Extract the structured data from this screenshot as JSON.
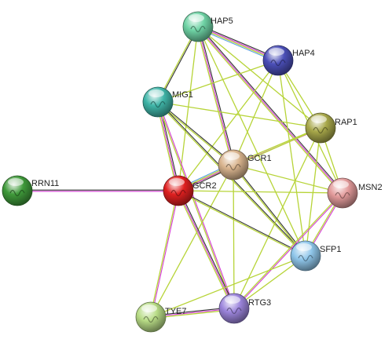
{
  "nodes": [
    {
      "id": "HAP5",
      "label": "HAP5",
      "color": "#6fd3a5"
    },
    {
      "id": "HAP4",
      "label": "HAP4",
      "color": "#4b4fb8"
    },
    {
      "id": "MIG1",
      "label": "MIG1",
      "color": "#3fb5a8"
    },
    {
      "id": "RAP1",
      "label": "RAP1",
      "color": "#a8a84a"
    },
    {
      "id": "GCR1",
      "label": "GCR1",
      "color": "#d9b48e"
    },
    {
      "id": "RRN11",
      "label": "RRN11",
      "color": "#3f9a3a"
    },
    {
      "id": "GCR2",
      "label": "GCR2",
      "color": "#e02020"
    },
    {
      "id": "MSN2",
      "label": "MSN2",
      "color": "#e29a9a"
    },
    {
      "id": "SFP1",
      "label": "SFP1",
      "color": "#8fc6ea"
    },
    {
      "id": "TYE7",
      "label": "TYE7",
      "color": "#b8dc86"
    },
    {
      "id": "RTG3",
      "label": "RTG3",
      "color": "#9c85dc"
    }
  ],
  "edge_colors": {
    "black": "#333333",
    "magenta": "#d43bd4",
    "yellowgreen": "#b7d438",
    "blue": "#5aa0e0",
    "pink": "#e86b9a"
  },
  "edges": [
    {
      "a": "HAP5",
      "b": "HAP4",
      "types": [
        "black",
        "magenta",
        "yellowgreen",
        "blue"
      ]
    },
    {
      "a": "HAP5",
      "b": "MIG1",
      "types": [
        "black",
        "yellowgreen"
      ]
    },
    {
      "a": "HAP5",
      "b": "GCR1",
      "types": [
        "black",
        "magenta",
        "yellowgreen"
      ]
    },
    {
      "a": "HAP5",
      "b": "RAP1",
      "types": [
        "yellowgreen"
      ]
    },
    {
      "a": "HAP5",
      "b": "MSN2",
      "types": [
        "black",
        "magenta",
        "yellowgreen"
      ]
    },
    {
      "a": "HAP5",
      "b": "SFP1",
      "types": [
        "yellowgreen"
      ]
    },
    {
      "a": "HAP5",
      "b": "GCR2",
      "types": [
        "yellowgreen"
      ]
    },
    {
      "a": "HAP4",
      "b": "MIG1",
      "types": [
        "yellowgreen"
      ]
    },
    {
      "a": "HAP4",
      "b": "GCR1",
      "types": [
        "yellowgreen"
      ]
    },
    {
      "a": "HAP4",
      "b": "RAP1",
      "types": [
        "yellowgreen"
      ]
    },
    {
      "a": "HAP4",
      "b": "MSN2",
      "types": [
        "yellowgreen"
      ]
    },
    {
      "a": "HAP4",
      "b": "SFP1",
      "types": [
        "yellowgreen"
      ]
    },
    {
      "a": "HAP4",
      "b": "GCR2",
      "types": [
        "yellowgreen"
      ]
    },
    {
      "a": "MIG1",
      "b": "GCR1",
      "types": [
        "black",
        "yellowgreen"
      ]
    },
    {
      "a": "MIG1",
      "b": "GCR2",
      "types": [
        "black",
        "magenta",
        "yellowgreen"
      ]
    },
    {
      "a": "MIG1",
      "b": "RAP1",
      "types": [
        "yellowgreen"
      ]
    },
    {
      "a": "MIG1",
      "b": "SFP1",
      "types": [
        "black",
        "yellowgreen"
      ]
    },
    {
      "a": "MIG1",
      "b": "RTG3",
      "types": [
        "magenta",
        "yellowgreen"
      ]
    },
    {
      "a": "RAP1",
      "b": "GCR1",
      "types": [
        "magenta",
        "yellowgreen"
      ]
    },
    {
      "a": "RAP1",
      "b": "GCR2",
      "types": [
        "yellowgreen"
      ]
    },
    {
      "a": "RAP1",
      "b": "MSN2",
      "types": [
        "yellowgreen"
      ]
    },
    {
      "a": "RAP1",
      "b": "SFP1",
      "types": [
        "yellowgreen"
      ]
    },
    {
      "a": "RAP1",
      "b": "RTG3",
      "types": [
        "yellowgreen"
      ]
    },
    {
      "a": "GCR1",
      "b": "GCR2",
      "types": [
        "black",
        "magenta",
        "yellowgreen",
        "blue"
      ]
    },
    {
      "a": "GCR1",
      "b": "MSN2",
      "types": [
        "yellowgreen"
      ]
    },
    {
      "a": "GCR1",
      "b": "SFP1",
      "types": [
        "black",
        "yellowgreen"
      ]
    },
    {
      "a": "GCR1",
      "b": "RTG3",
      "types": [
        "yellowgreen"
      ]
    },
    {
      "a": "GCR1",
      "b": "TYE7",
      "types": [
        "yellowgreen"
      ]
    },
    {
      "a": "RRN11",
      "b": "GCR2",
      "types": [
        "black",
        "magenta"
      ]
    },
    {
      "a": "GCR2",
      "b": "MSN2",
      "types": [
        "yellowgreen"
      ]
    },
    {
      "a": "GCR2",
      "b": "SFP1",
      "types": [
        "black",
        "yellowgreen"
      ]
    },
    {
      "a": "GCR2",
      "b": "RTG3",
      "types": [
        "black",
        "magenta",
        "yellowgreen"
      ]
    },
    {
      "a": "GCR2",
      "b": "TYE7",
      "types": [
        "magenta",
        "yellowgreen"
      ]
    },
    {
      "a": "MSN2",
      "b": "SFP1",
      "types": [
        "magenta",
        "yellowgreen"
      ]
    },
    {
      "a": "MSN2",
      "b": "RTG3",
      "types": [
        "magenta",
        "yellowgreen"
      ]
    },
    {
      "a": "SFP1",
      "b": "RTG3",
      "types": [
        "yellowgreen"
      ]
    },
    {
      "a": "TYE7",
      "b": "RTG3",
      "types": [
        "black",
        "magenta",
        "yellowgreen"
      ]
    },
    {
      "a": "TYE7",
      "b": "SFP1",
      "types": [
        "yellowgreen"
      ]
    }
  ]
}
